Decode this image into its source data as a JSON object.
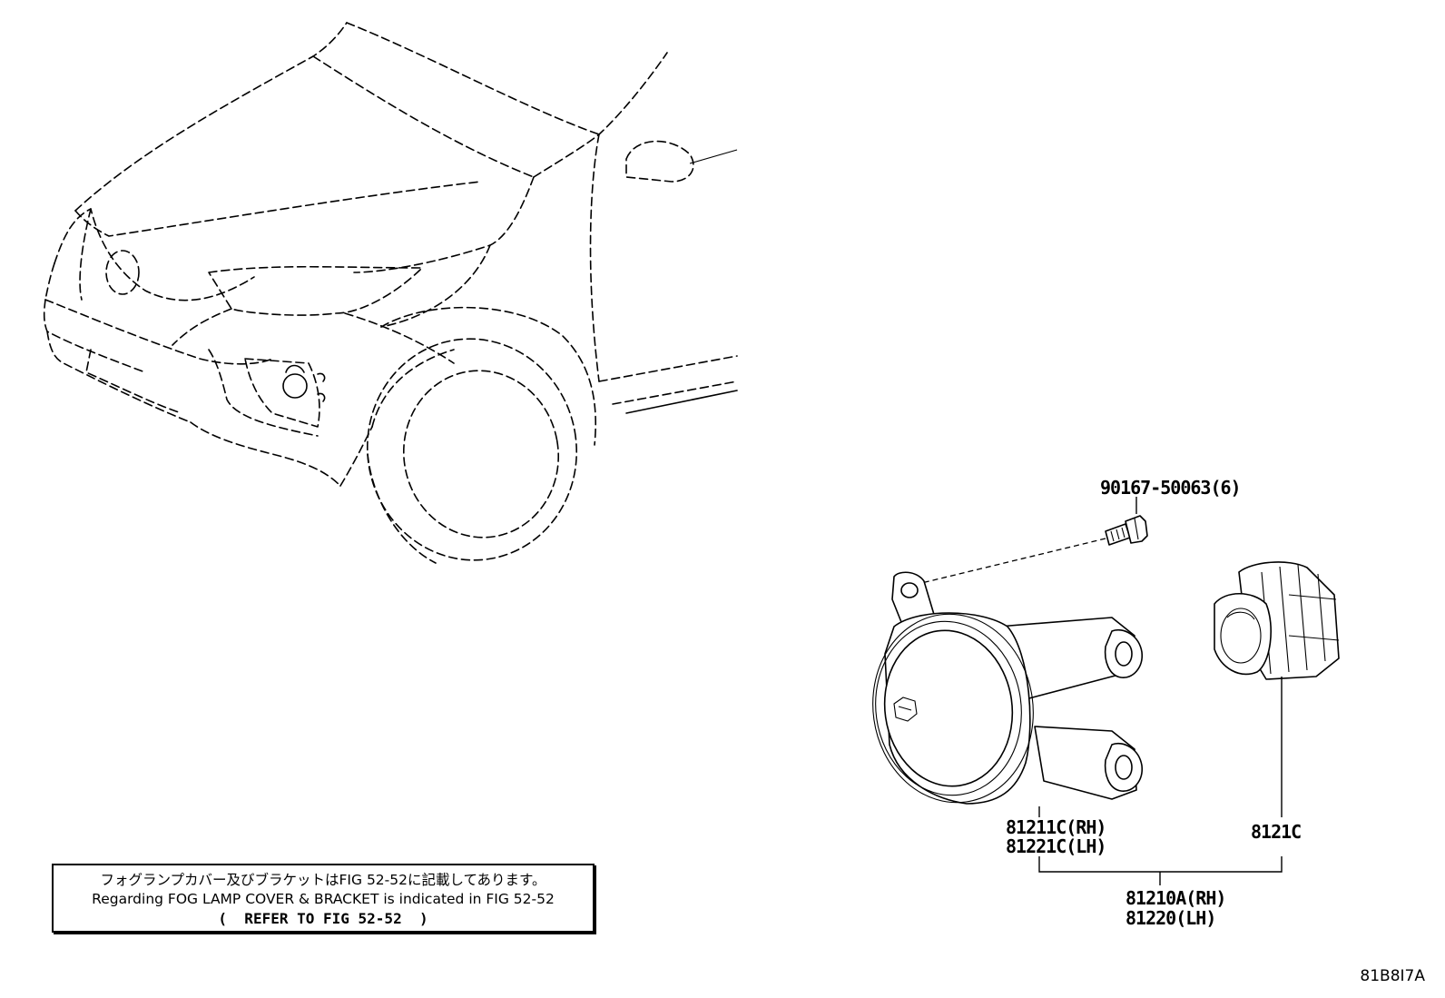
{
  "part_labels": {
    "bolt": "90167-50063(6)",
    "lamp_unit_rh": "81211C(RH)",
    "lamp_unit_lh": "81221C(LH)",
    "bulb": "8121C",
    "assembly_rh": "81210A(RH)",
    "assembly_lh": "81220(LH)"
  },
  "note": {
    "line_ja": "フォグランプカバー及びブラケットはFIG 52-52に記載してあります。",
    "line_en": "Regarding FOG LAMP COVER & BRACKET is indicated in FIG 52-52",
    "line_ref": "(  REFER TO FIG 52-52  )"
  },
  "illustration_code": "81B8I7A"
}
